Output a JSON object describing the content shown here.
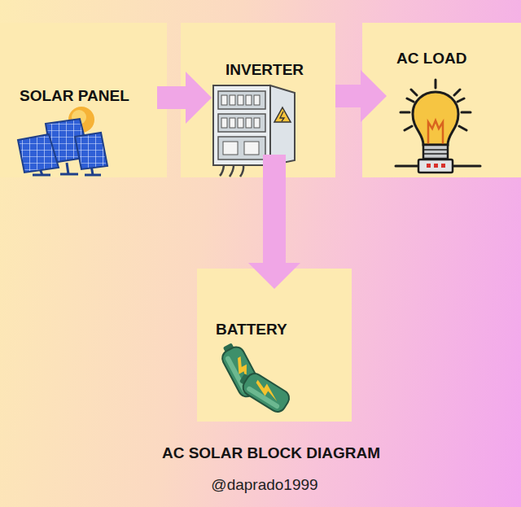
{
  "diagram": {
    "title": "AC SOLAR BLOCK DIAGRAM",
    "nodes": [
      {
        "text": [
          "SOLAR PANEL"
        ]
      },
      {
        "text": [
          "INVERTER"
        ]
      },
      {
        "text": [
          "AC LOAD"
        ]
      },
      {
        "text": [
          "BATTERY"
        ]
      }
    ],
    "edges": [
      {
        "from": 0,
        "to": 1,
        "arrow": "to"
      },
      {
        "from": 1,
        "to": 2,
        "arrow": "to"
      },
      {
        "from": 1,
        "to": 3,
        "arrow": "to"
      }
    ],
    "labels": [
      "@daprado1999"
    ]
  }
}
